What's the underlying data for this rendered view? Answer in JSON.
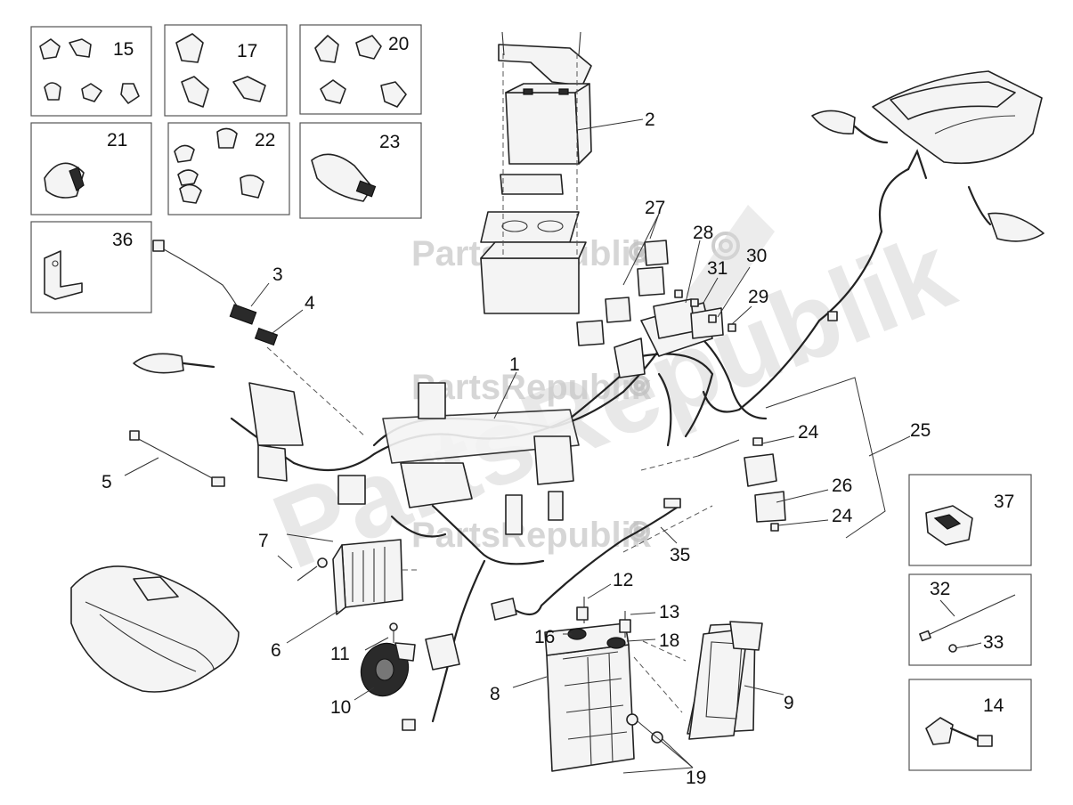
{
  "watermark": {
    "text": "PartsRepublik"
  },
  "callouts": {
    "c1": "1",
    "c2": "2",
    "c3": "3",
    "c4": "4",
    "c5": "5",
    "c6": "6",
    "c7": "7",
    "c8": "8",
    "c9": "9",
    "c10": "10",
    "c11": "11",
    "c12": "12",
    "c13": "13",
    "c14": "14",
    "c15": "15",
    "c16": "16",
    "c17": "17",
    "c18": "18",
    "c19": "19",
    "c20": "20",
    "c21": "21",
    "c22": "22",
    "c23": "23",
    "c24a": "24",
    "c24b": "24",
    "c25": "25",
    "c26": "26",
    "c27": "27",
    "c28": "28",
    "c29": "29",
    "c30": "30",
    "c31": "31",
    "c32": "32",
    "c33": "33",
    "c35": "35",
    "c36": "36",
    "c37": "37"
  }
}
